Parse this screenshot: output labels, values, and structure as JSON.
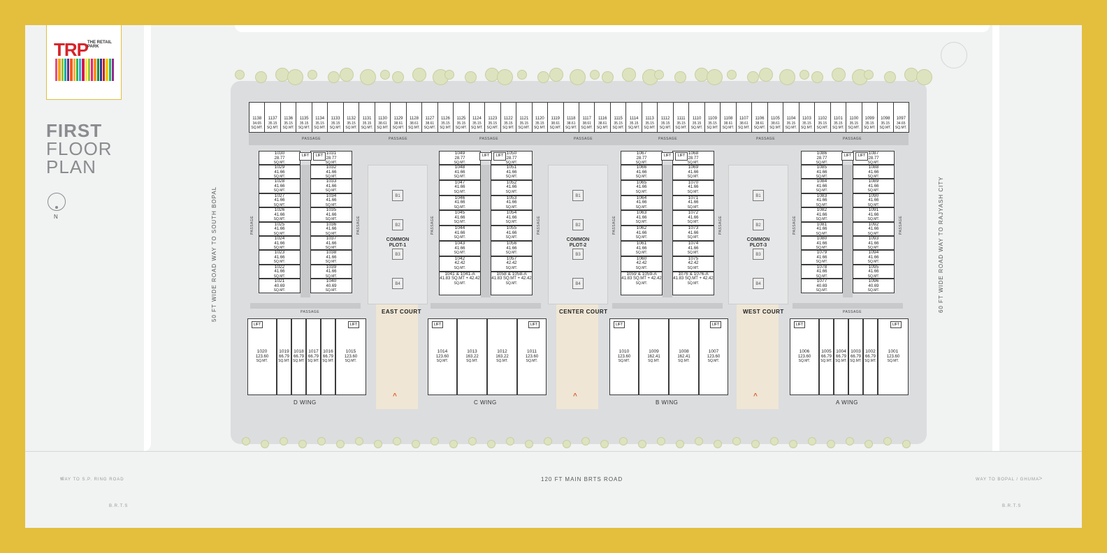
{
  "brand": {
    "logo_text": "TRP",
    "logo_subtitle": "THE RETAIL PARK",
    "bar_colors": [
      "#e94e77",
      "#f4a81d",
      "#8cc63f",
      "#00a99d",
      "#662d91",
      "#f15a24",
      "#fbb03b",
      "#39b54a",
      "#29abe2",
      "#d4145a",
      "#fcee21",
      "#8cc63f",
      "#ed1e79",
      "#f7931e",
      "#009245",
      "#2e3192",
      "#c1272d",
      "#f9c700",
      "#22b573",
      "#93278f"
    ]
  },
  "title": {
    "line1": "FIRST",
    "line2": "FLOOR",
    "line3": "PLAN"
  },
  "compass_label": "N",
  "roads": {
    "bottom": "120 FT MAIN BRTS ROAD",
    "left": "50 FT WIDE ROAD WAY TO SOUTH BOPAL",
    "right": "60 FT WIDE ROAD WAY TO RAJYASH CITY",
    "bottom_left": "WAY TO S.P. RING ROAD",
    "bottom_right": "WAY TO BOPAL / GHUMA",
    "brts": "B.R.T.S"
  },
  "labels": {
    "passage": "PASSAGE",
    "lift": "LIFT",
    "unit_suffix": "SQ.MT."
  },
  "plots": [
    {
      "name": "COMMON PLOT-1"
    },
    {
      "name": "COMMON PLOT-2"
    },
    {
      "name": "COMMON PLOT-3"
    }
  ],
  "plot_marks": [
    "B1",
    "B2",
    "B3",
    "B4"
  ],
  "courts": [
    "EAST COURT",
    "CENTER COURT",
    "WEST COURT"
  ],
  "wings": [
    "D WING",
    "C WING",
    "B WING",
    "A WING"
  ],
  "top_row": [
    {
      "no": "1138",
      "area": "34.65"
    },
    {
      "no": "1137",
      "area": "35.15"
    },
    {
      "no": "1136",
      "area": "35.15"
    },
    {
      "no": "1135",
      "area": "35.15"
    },
    {
      "no": "1134",
      "area": "35.15"
    },
    {
      "no": "1133",
      "area": "35.15"
    },
    {
      "no": "1132",
      "area": "35.15"
    },
    {
      "no": "1131",
      "area": "35.15"
    },
    {
      "no": "1130",
      "area": "38.61"
    },
    {
      "no": "1129",
      "area": "38.61"
    },
    {
      "no": "1128",
      "area": "38.61"
    },
    {
      "no": "1127",
      "area": "38.61"
    },
    {
      "no": "1126",
      "area": "35.15"
    },
    {
      "no": "1125",
      "area": "35.15"
    },
    {
      "no": "1124",
      "area": "35.15"
    },
    {
      "no": "1123",
      "area": "35.15"
    },
    {
      "no": "1122",
      "area": "35.15"
    },
    {
      "no": "1121",
      "area": "35.15"
    },
    {
      "no": "1120",
      "area": "35.15"
    },
    {
      "no": "1119",
      "area": "38.61"
    },
    {
      "no": "1118",
      "area": "38.61"
    },
    {
      "no": "1117",
      "area": "38.61"
    },
    {
      "no": "1116",
      "area": "38.61"
    },
    {
      "no": "1115",
      "area": "35.15"
    },
    {
      "no": "1114",
      "area": "35.15"
    },
    {
      "no": "1113",
      "area": "35.15"
    },
    {
      "no": "1112",
      "area": "35.15"
    },
    {
      "no": "1111",
      "area": "35.15"
    },
    {
      "no": "1110",
      "area": "35.15"
    },
    {
      "no": "1109",
      "area": "35.15"
    },
    {
      "no": "1108",
      "area": "38.61"
    },
    {
      "no": "1107",
      "area": "38.61"
    },
    {
      "no": "1106",
      "area": "38.61"
    },
    {
      "no": "1105",
      "area": "38.61"
    },
    {
      "no": "1104",
      "area": "35.15"
    },
    {
      "no": "1103",
      "area": "35.15"
    },
    {
      "no": "1102",
      "area": "35.15"
    },
    {
      "no": "1101",
      "area": "35.15"
    },
    {
      "no": "1100",
      "area": "35.15"
    },
    {
      "no": "1099",
      "area": "35.15"
    },
    {
      "no": "1098",
      "area": "35.15"
    },
    {
      "no": "1097",
      "area": "34.65"
    }
  ],
  "blocks": [
    {
      "top": [
        {
          "no": "1030",
          "area": "28.77"
        },
        {
          "no": "1031",
          "area": "28.77"
        }
      ],
      "left": [
        {
          "no": "1029",
          "area": "41.66"
        },
        {
          "no": "1028",
          "area": "41.66"
        },
        {
          "no": "1027",
          "area": "41.66"
        },
        {
          "no": "1026",
          "area": "41.66"
        },
        {
          "no": "1025",
          "area": "41.66"
        },
        {
          "no": "1024",
          "area": "41.66"
        },
        {
          "no": "1023",
          "area": "41.66"
        },
        {
          "no": "1022",
          "area": "41.66"
        },
        {
          "no": "1021",
          "area": "40.69"
        }
      ],
      "right": [
        {
          "no": "1032",
          "area": "41.66"
        },
        {
          "no": "1033",
          "area": "41.66"
        },
        {
          "no": "1034",
          "area": "41.66"
        },
        {
          "no": "1035",
          "area": "41.66"
        },
        {
          "no": "1036",
          "area": "41.66"
        },
        {
          "no": "1037",
          "area": "41.66"
        },
        {
          "no": "1038",
          "area": "41.66"
        },
        {
          "no": "1039",
          "area": "41.66"
        },
        {
          "no": "1040",
          "area": "40.69"
        }
      ]
    },
    {
      "top": [
        {
          "no": "1049",
          "area": "28.77"
        },
        {
          "no": "1050",
          "area": "28.77"
        }
      ],
      "left": [
        {
          "no": "1048",
          "area": "41.66"
        },
        {
          "no": "1047",
          "area": "41.66"
        },
        {
          "no": "1046",
          "area": "41.66"
        },
        {
          "no": "1045",
          "area": "41.66"
        },
        {
          "no": "1044",
          "area": "41.66"
        },
        {
          "no": "1043",
          "area": "41.66"
        },
        {
          "no": "1042",
          "area": "42.42"
        },
        {
          "no": "1041 & 1041-A",
          "area": "41.83 SQ.MT + 42.42"
        }
      ],
      "right": [
        {
          "no": "1051",
          "area": "41.66"
        },
        {
          "no": "1052",
          "area": "41.66"
        },
        {
          "no": "1053",
          "area": "41.66"
        },
        {
          "no": "1054",
          "area": "41.66"
        },
        {
          "no": "1055",
          "area": "41.66"
        },
        {
          "no": "1056",
          "area": "41.66"
        },
        {
          "no": "1057",
          "area": "42.42"
        },
        {
          "no": "1058 & 1058-A",
          "area": "41.83 SQ.MT + 42.42"
        }
      ]
    },
    {
      "top": [
        {
          "no": "1067",
          "area": "28.77"
        },
        {
          "no": "1068",
          "area": "28.77"
        }
      ],
      "left": [
        {
          "no": "1066",
          "area": "41.66"
        },
        {
          "no": "1065",
          "area": "41.66"
        },
        {
          "no": "1064",
          "area": "41.66"
        },
        {
          "no": "1063",
          "area": "41.66"
        },
        {
          "no": "1062",
          "area": "41.66"
        },
        {
          "no": "1061",
          "area": "41.66"
        },
        {
          "no": "1060",
          "area": "42.42"
        },
        {
          "no": "1059 & 1059-A",
          "area": "41.83 SQ.MT + 42.42"
        }
      ],
      "right": [
        {
          "no": "1069",
          "area": "41.66"
        },
        {
          "no": "1070",
          "area": "41.66"
        },
        {
          "no": "1071",
          "area": "41.66"
        },
        {
          "no": "1072",
          "area": "41.66"
        },
        {
          "no": "1073",
          "area": "41.66"
        },
        {
          "no": "1074",
          "area": "41.66"
        },
        {
          "no": "1075",
          "area": "42.42"
        },
        {
          "no": "1076 & 1076-A",
          "area": "41.83 SQ.MT + 42.42"
        }
      ]
    },
    {
      "top": [
        {
          "no": "1086",
          "area": "28.77"
        },
        {
          "no": "1087",
          "area": "28.77"
        }
      ],
      "left": [
        {
          "no": "1085",
          "area": "41.66"
        },
        {
          "no": "1084",
          "area": "41.66"
        },
        {
          "no": "1083",
          "area": "41.66"
        },
        {
          "no": "1082",
          "area": "41.66"
        },
        {
          "no": "1081",
          "area": "41.66"
        },
        {
          "no": "1080",
          "area": "41.66"
        },
        {
          "no": "1079",
          "area": "41.66"
        },
        {
          "no": "1078",
          "area": "41.66"
        },
        {
          "no": "1077",
          "area": "40.69"
        }
      ],
      "right": [
        {
          "no": "1088",
          "area": "41.66"
        },
        {
          "no": "1089",
          "area": "41.66"
        },
        {
          "no": "1090",
          "area": "41.66"
        },
        {
          "no": "1091",
          "area": "41.66"
        },
        {
          "no": "1092",
          "area": "41.66"
        },
        {
          "no": "1093",
          "area": "41.66"
        },
        {
          "no": "1094",
          "area": "41.66"
        },
        {
          "no": "1095",
          "area": "41.66"
        },
        {
          "no": "1096",
          "area": "40.69"
        }
      ]
    }
  ],
  "wing_units": [
    [
      {
        "no": "1020",
        "area": "123.60"
      },
      {
        "no": "1019",
        "area": "66.79"
      },
      {
        "no": "1018",
        "area": "66.79"
      },
      {
        "no": "1017",
        "area": "66.79"
      },
      {
        "no": "1016",
        "area": "66.79"
      },
      {
        "no": "1015",
        "area": "123.60"
      }
    ],
    [
      {
        "no": "1014",
        "area": "123.60"
      },
      {
        "no": "1013",
        "area": "163.22"
      },
      {
        "no": "1012",
        "area": "163.22"
      },
      {
        "no": "1011",
        "area": "123.60"
      }
    ],
    [
      {
        "no": "1010",
        "area": "123.60"
      },
      {
        "no": "1009",
        "area": "162.41"
      },
      {
        "no": "1008",
        "area": "162.41"
      },
      {
        "no": "1007",
        "area": "123.60"
      }
    ],
    [
      {
        "no": "1006",
        "area": "123.60"
      },
      {
        "no": "1005",
        "area": "66.79"
      },
      {
        "no": "1004",
        "area": "66.79"
      },
      {
        "no": "1003",
        "area": "66.79"
      },
      {
        "no": "1002",
        "area": "66.79"
      },
      {
        "no": "1001",
        "area": "123.60"
      }
    ]
  ]
}
